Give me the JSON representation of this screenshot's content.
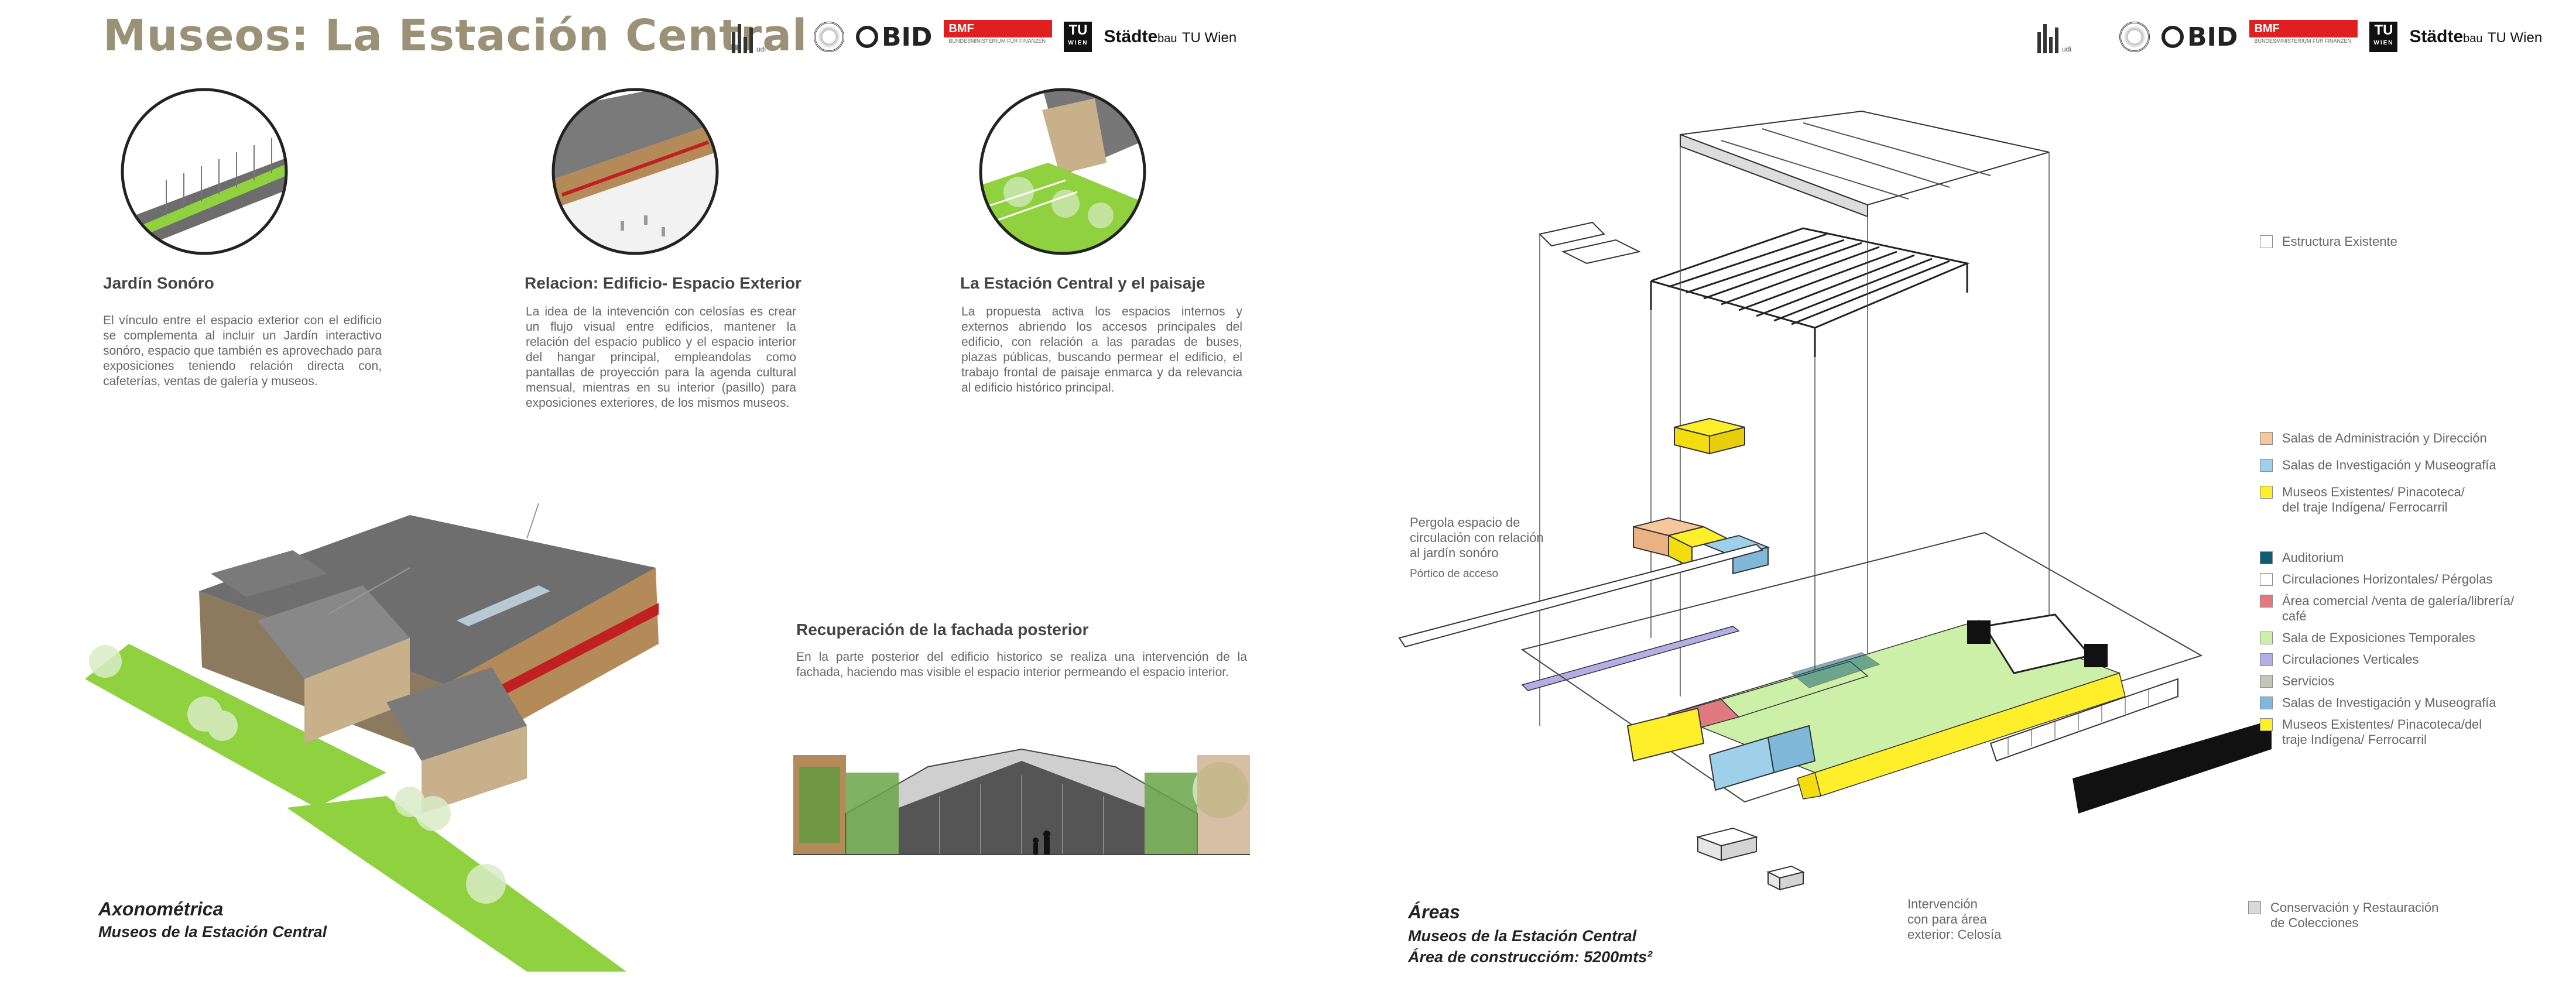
{
  "page": {
    "title": "Museos: La Estación Central"
  },
  "logos": {
    "bid_text": "BID",
    "bmf_text": "BMF",
    "bmf_sub": "BUNDESMINISTERIUM FÜR FINANZEN",
    "tu_text": "TU",
    "tu_sub": "WIEN",
    "staedtebau_main": "Städte",
    "staedtebau_sub": "bau",
    "tu_wien": "TU Wien"
  },
  "sections": [
    {
      "title": "Jardín Sonóro",
      "body": "El vínculo entre el espacio exterior con el edificio se complementa al incluir un Jardín interactivo sonóro, espacio que también es aprovechado para exposiciones  teniendo relación directa con, cafeterías, ventas de galería y museos."
    },
    {
      "title": "Relacion: Edificio- Espacio Exterior",
      "body": "La idea de la intevención con  celosías es crear un flujo visual entre edificios, mantener la relación del espacio publico y el espacio interior del hangar principal,  empleandolas como pantallas de proyección para la agenda cultural mensual, mientras en su interior (pasillo)  para exposiciones exteriores, de los mismos museos."
    },
    {
      "title": "La Estación Central y el paisaje",
      "body": "La propuesta  activa los espacios internos y externos abriendo los accesos principales del edificio, con relación a las paradas de buses, plazas públicas, buscando permear el edificio, el trabajo frontal de paisaje enmarca  y da relevancia al edificio histórico principal."
    }
  ],
  "facade": {
    "title": "Recuperación de la fachada posterior",
    "body": "En la parte posterior del edificio historico se realiza una intervención de la fachada, haciendo mas visible el espacio interior permeando el espacio interior."
  },
  "axon_caption": {
    "line1": "Axonométrica",
    "line2": "Museos de la Estación Central"
  },
  "areas_caption": {
    "line1": "Áreas",
    "line2": "Museos de la Estación Central",
    "line3": "Área de construccióm: 5200mts²"
  },
  "annotations": {
    "pergola": "Pergola espacio de\ncirculación con relación\nal jardín sonóro",
    "portico": "Pórtico de acceso",
    "intervencion": "Intervención\ncon para área\nexterior: Celosía"
  },
  "legend": {
    "existing": {
      "label": "Estructura Existente",
      "color": "#ffffff"
    },
    "group1": [
      {
        "label": "Salas de Administración y Dirección",
        "color": "#f6c79a"
      },
      {
        "label": "Salas de Investigación y Museografía",
        "color": "#9fd0ea"
      },
      {
        "label": "Museos Existentes/ Pinacoteca/\ndel traje Indígena/ Ferrocarril",
        "color": "#ffee2a"
      }
    ],
    "group2": [
      {
        "label": "Auditorium",
        "color": "#0e5d72"
      },
      {
        "label": "Circulaciones Horizontales/ Pérgolas",
        "color": "#ffffff"
      },
      {
        "label": "Área comercial /venta de galería/librería/\ncafé",
        "color": "#e07a80"
      },
      {
        "label": "Sala de Exposiciones Temporales",
        "color": "#cdf0a8"
      },
      {
        "label": "Circulaciones Verticales",
        "color": "#b3aee6"
      },
      {
        "label": "Servicios",
        "color": "#c6c6b8"
      },
      {
        "label": "Salas de Investigación y Museografía",
        "color": "#7fb8d8"
      },
      {
        "label": "Museos Existentes/ Pinacoteca/del\ntraje Indígena/  Ferrocarril",
        "color": "#ffee2a"
      }
    ],
    "conservation": {
      "label": "Conservación y Restauración\nde Colecciones",
      "color": "#d9d9d9"
    }
  }
}
